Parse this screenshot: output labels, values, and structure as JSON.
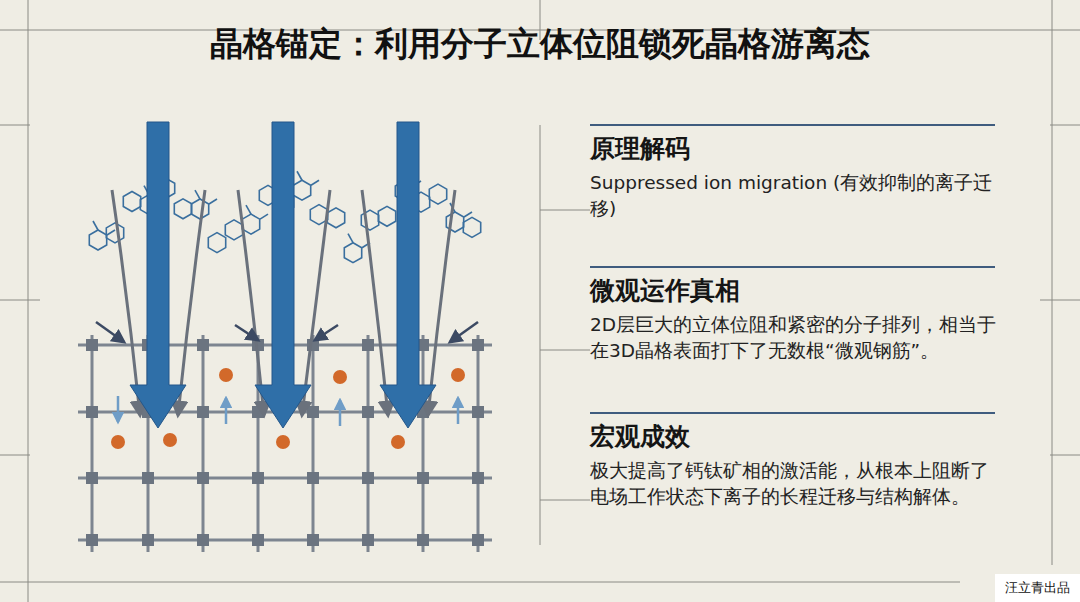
{
  "diagram": {
    "title": "晶格锚定：利用分子立体位阻锁死晶格游离态",
    "nodes": [
      {
        "text": [
          "原理解码",
          "Suppressed ion migration (有效抑制的离子迁移)"
        ]
      },
      {
        "text": [
          "微观运作真相",
          "2D层巨大的立体位阻和紧密的分子排列，相当于在3D晶格表面打下了无数根“微观钢筋”。"
        ]
      },
      {
        "text": [
          "宏观成效",
          "极大提高了钙钛矿相的激活能，从根本上阻断了电场工作状态下离子的长程迁移与结构解体。"
        ]
      },
      {
        "text": [
          "汪立青出品"
        ]
      }
    ]
  }
}
